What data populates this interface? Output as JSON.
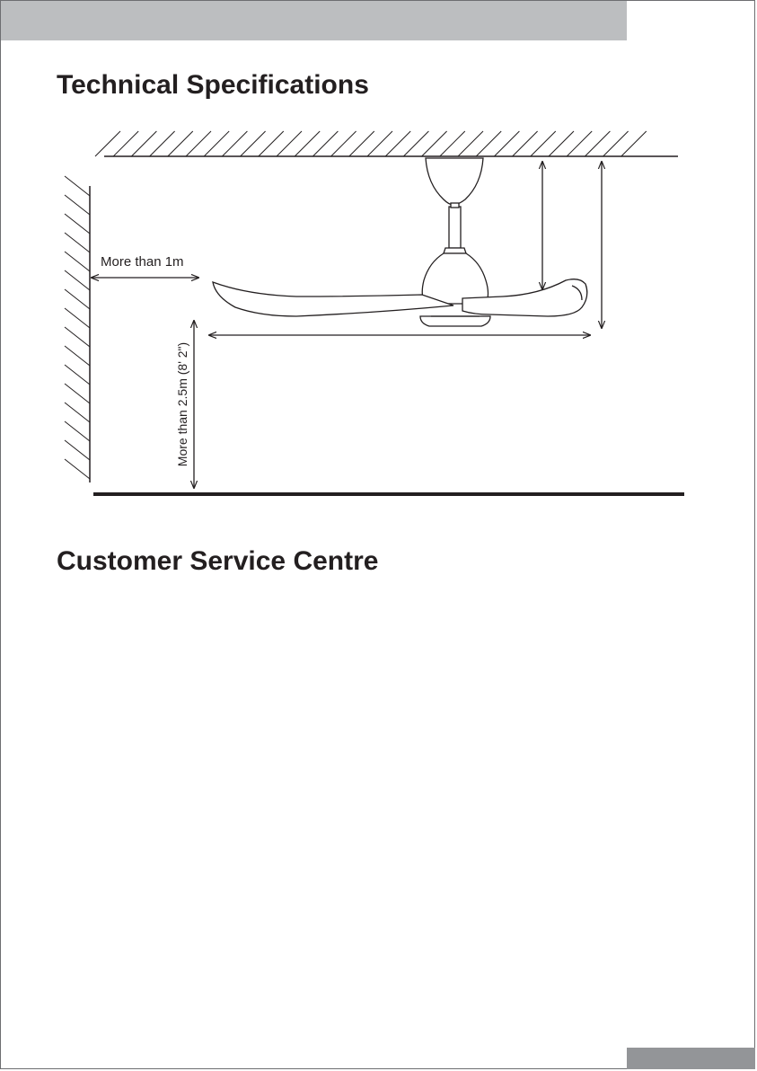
{
  "sections": {
    "technical_specifications": "Technical Specifications",
    "customer_service_centre": "Customer Service Centre"
  },
  "diagram": {
    "wall_clearance_label": "More than 1m",
    "floor_clearance_label": "More than 2.5m (8' 2\")"
  },
  "colors": {
    "header_band": "#bcbec0",
    "footer_band": "#939598",
    "ink": "#231f20"
  }
}
